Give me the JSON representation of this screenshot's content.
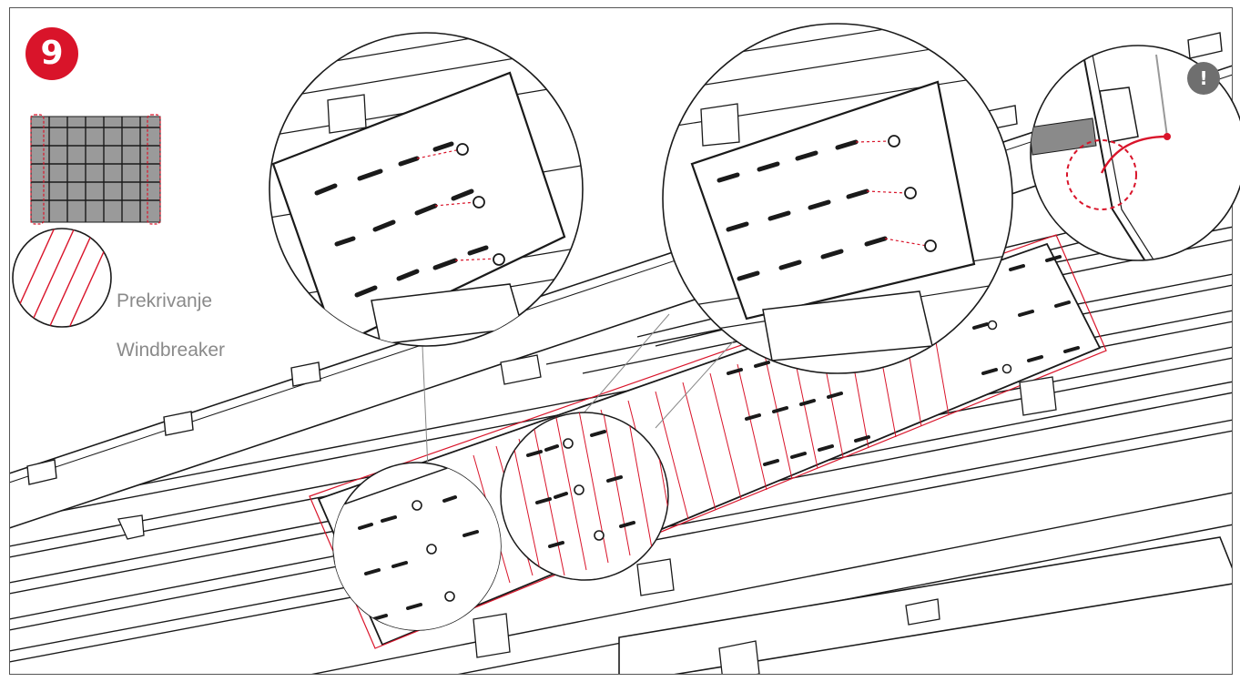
{
  "step": {
    "number": "9"
  },
  "legend": {
    "line1": "Prekrivanje",
    "line2": "Windbreaker",
    "hatch_color": "#d9142a"
  },
  "warning": {
    "symbol": "!"
  },
  "colors": {
    "accent": "#d9142a",
    "line": "#1a1a1a",
    "module_fill": "#9a9a9a",
    "badge_grey": "#6f6f6f"
  },
  "icons": [
    "layout-grid-icon",
    "hatch-swatch-icon",
    "warning-icon",
    "screw-icon",
    "clamp-icon"
  ]
}
